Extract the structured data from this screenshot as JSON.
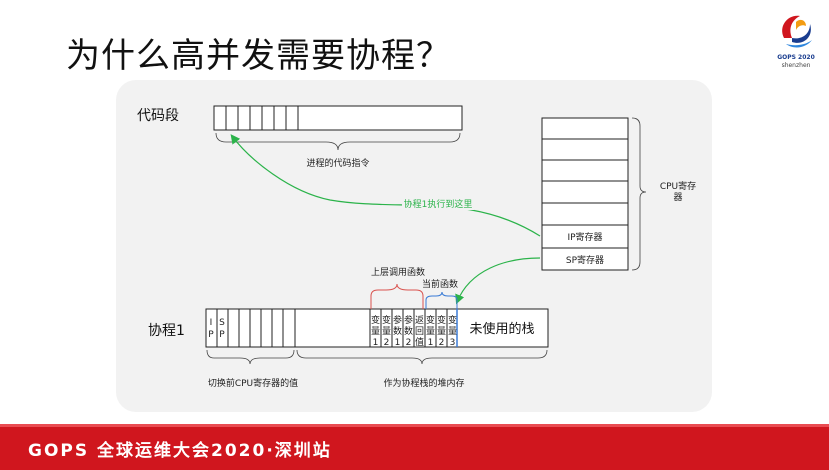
{
  "title": "为什么高并发需要协程？",
  "logo": {
    "line1": "GOPS 2020",
    "line2": "shenzhen"
  },
  "footer": {
    "text": "GOPS 全球运维大会2020·深圳站"
  },
  "diagram": {
    "code_segment_label": "代码段",
    "code_caption": "进程的代码指令",
    "cpu_label_1": "CPU寄存",
    "cpu_label_2": "器",
    "ip_register": "IP寄存器",
    "sp_register": "SP寄存器",
    "arrow_label": "协程1执行到这里",
    "coroutine_label": "协程1",
    "ip_cell": [
      "I",
      "P"
    ],
    "sp_cell": [
      "S",
      "P"
    ],
    "upper_call_label": "上层调用函数",
    "current_call_label": "当前函数",
    "stack_columns": [
      [
        "变",
        "量",
        "1"
      ],
      [
        "变",
        "量",
        "2"
      ],
      [
        "参",
        "数",
        "1"
      ],
      [
        "参",
        "数",
        "2"
      ],
      [
        "返",
        "回",
        "值"
      ],
      [
        "变",
        "量",
        "1"
      ],
      [
        "变",
        "量",
        "2"
      ],
      [
        "变",
        "量",
        "3"
      ]
    ],
    "unused_stack": "未使用的栈",
    "saved_regs_caption": "切换前CPU寄存器的值",
    "heap_caption": "作为协程栈的堆内存",
    "colors": {
      "arrow": "#2bb34a",
      "upper_brace": "#d9534f",
      "current_brace": "#3a7bd5"
    }
  }
}
